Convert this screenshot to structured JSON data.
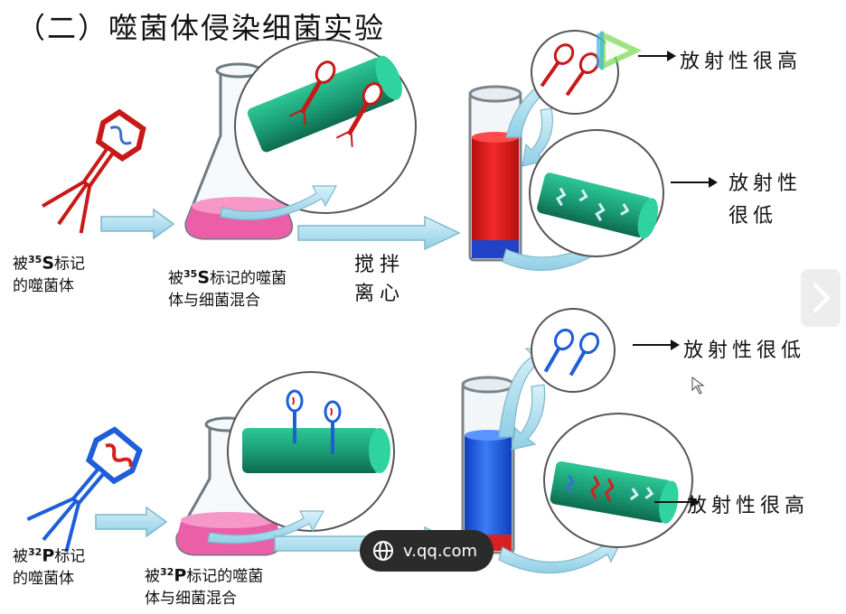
{
  "title": "（二）噬菌体侵染细菌实验",
  "top": {
    "phage_label_a": "被",
    "phage_label_sup": "35",
    "phage_label_b": "S",
    "phage_label_c": "标记",
    "phage_label_line2": "的噬菌体",
    "mix_label_a": "被",
    "mix_label_sup": "35",
    "mix_label_b": "S",
    "mix_label_c": "标记的噬菌",
    "mix_label_line2": "体与细菌混合",
    "stir_line1": "搅拌",
    "stir_line2": "离心",
    "result_top": "放射性很高",
    "result_bottom_line1": "放射性",
    "result_bottom_line2": "很低"
  },
  "bottom": {
    "phage_label_a": "被",
    "phage_label_sup": "32",
    "phage_label_b": "P",
    "phage_label_c": "标记",
    "phage_label_line2": "的噬菌体",
    "mix_label_a": "被",
    "mix_label_sup": "32",
    "mix_label_b": "P",
    "mix_label_c": "标记的噬菌",
    "mix_label_line2": "体与细菌混合",
    "result_top": "放射性很低",
    "result_bottom": "放射性很高"
  },
  "badge": {
    "text": "v.qq.com"
  },
  "colors": {
    "s_label": "#d81e1e",
    "p_label": "#1e5ed8",
    "bacterium": "#1a9a73",
    "flask_liquid": "#ea5fa8",
    "arrow_fill": "#a9dcee"
  }
}
